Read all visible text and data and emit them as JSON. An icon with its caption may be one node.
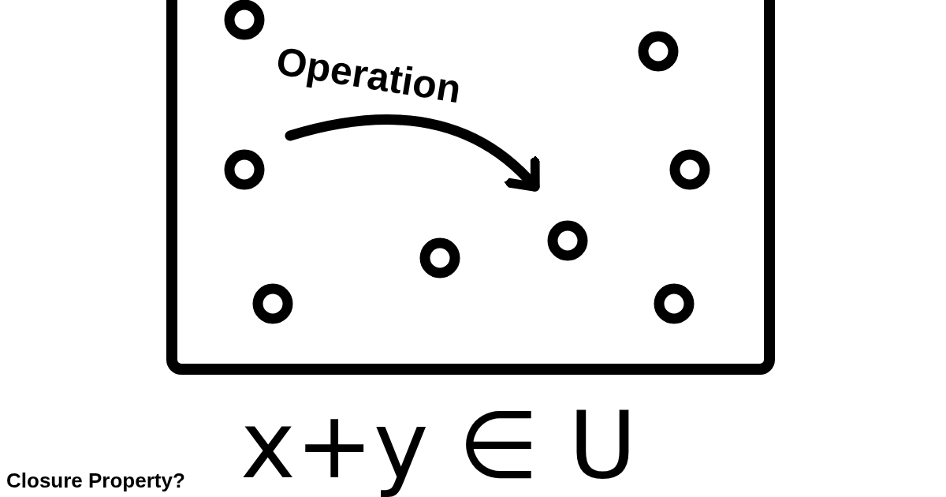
{
  "diagram": {
    "caption": "Closure Property?",
    "labels": [
      "Operation",
      "x+y ∈ U"
    ]
  }
}
